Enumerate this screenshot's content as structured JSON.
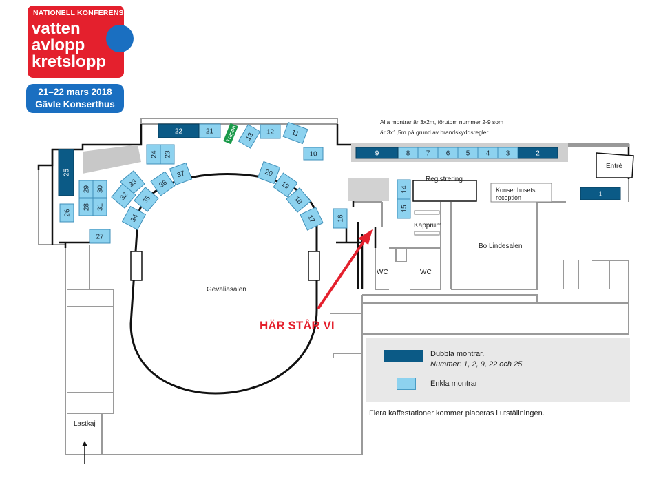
{
  "header": {
    "logo_top": "NATIONELL KONFERENS",
    "logo_lines": [
      "vatten",
      "avlopp",
      "kretslopp"
    ],
    "date_line": "21–22 mars 2018",
    "venue_line": "Gävle Konserthus"
  },
  "note": {
    "line1": "Alla montrar är 3x2m, förutom nummer 2-9 som",
    "line2": "är 3x1,5m på grund av brandskyddsregler."
  },
  "rooms": {
    "main_hall": "Gevaliasalen",
    "registration": "Registrering",
    "reception_line1": "Konserthusets",
    "reception_line2": "reception",
    "entrance": "Entré",
    "cloakroom": "Kapprum",
    "hall2": "Bo Lindesalen",
    "wc1": "WC",
    "wc2": "WC",
    "loading_dock": "Lastkaj",
    "stairs": "Trappa"
  },
  "marker": {
    "label": "HÄR STÅR VI"
  },
  "booths": {
    "b1": "1",
    "b2": "2",
    "b3": "3",
    "b4": "4",
    "b5": "5",
    "b6": "6",
    "b7": "7",
    "b8": "8",
    "b9": "9",
    "b10": "10",
    "b11": "11",
    "b12": "12",
    "b13": "13",
    "b14": "14",
    "b15": "15",
    "b16": "16",
    "b17": "17",
    "b18": "18",
    "b19": "19",
    "b20": "20",
    "b21": "21",
    "b22": "22",
    "b23": "23",
    "b24": "24",
    "b25": "25",
    "b26": "26",
    "b27": "27",
    "b28": "28",
    "b29": "29",
    "b30": "30",
    "b31": "31",
    "b32": "32",
    "b33": "33",
    "b34": "34",
    "b35": "35",
    "b36": "36",
    "b37": "37"
  },
  "legend": {
    "double_title": "Dubbla montrar.",
    "double_sub": "Nummer: 1, 2, 9, 22 och 25",
    "single": "Enkla montrar"
  },
  "footnote": "Flera kaffestationer kommer placeras i utställningen.",
  "colors": {
    "brand_red": "#e4202d",
    "brand_blue": "#1a6fc1",
    "double_booth": "#0b5a86",
    "single_booth": "#8dd2ef",
    "stairs_green": "#1a9a4a"
  }
}
